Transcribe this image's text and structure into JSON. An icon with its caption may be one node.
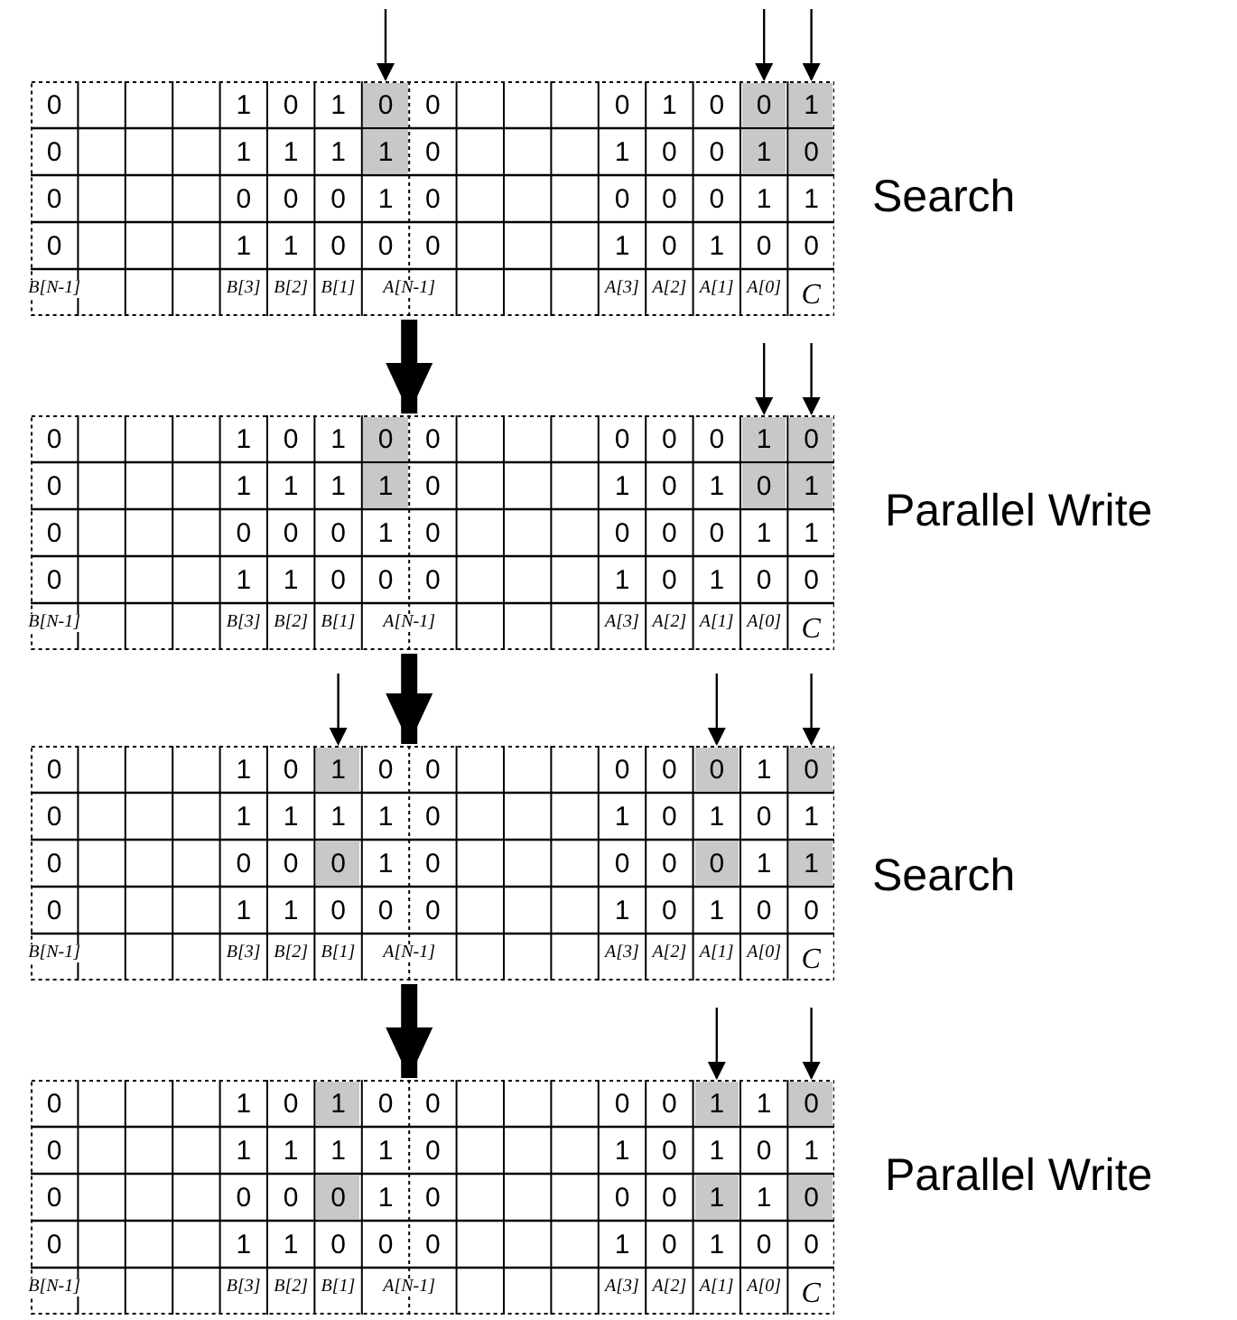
{
  "diagram": {
    "nodes": [
      {
        "text": [
          "0",
          "1",
          "0",
          "1",
          "0",
          "0",
          "0",
          "1",
          "0",
          "0",
          "1",
          "0",
          "1",
          "1",
          "1",
          "1",
          "0",
          "1",
          "0",
          "0",
          "1",
          "0",
          "0",
          "0",
          "0",
          "0",
          "1",
          "0",
          "0",
          "0",
          "0",
          "1",
          "1",
          "0",
          "1",
          "1",
          "0",
          "0",
          "0",
          "1",
          "0",
          "1",
          "0",
          "0",
          "B[N-1]",
          "B[3]",
          "B[2]",
          "B[1]",
          "A[N-1]",
          "A[3]",
          "A[2]",
          "A[1]",
          "A[0]",
          "C"
        ],
        "beside": [
          "Search"
        ]
      },
      {
        "text": [
          "0",
          "1",
          "0",
          "1",
          "0",
          "0",
          "0",
          "0",
          "0",
          "1",
          "0",
          "0",
          "1",
          "1",
          "1",
          "1",
          "0",
          "1",
          "0",
          "1",
          "0",
          "1",
          "0",
          "0",
          "0",
          "0",
          "1",
          "0",
          "0",
          "0",
          "0",
          "1",
          "1",
          "0",
          "1",
          "1",
          "0",
          "0",
          "0",
          "1",
          "0",
          "1",
          "0",
          "0",
          "B[N-1]",
          "B[3]",
          "B[2]",
          "B[1]",
          "A[N-1]",
          "A[3]",
          "A[2]",
          "A[1]",
          "A[0]",
          "C"
        ],
        "beside": [
          "Parallel Write"
        ]
      },
      {
        "text": [
          "0",
          "1",
          "0",
          "1",
          "0",
          "0",
          "0",
          "0",
          "0",
          "1",
          "0",
          "0",
          "1",
          "1",
          "1",
          "1",
          "0",
          "1",
          "0",
          "1",
          "0",
          "1",
          "0",
          "0",
          "0",
          "0",
          "1",
          "0",
          "0",
          "0",
          "0",
          "1",
          "1",
          "0",
          "1",
          "1",
          "0",
          "0",
          "0",
          "1",
          "0",
          "1",
          "0",
          "0",
          "B[N-1]",
          "B[3]",
          "B[2]",
          "B[1]",
          "A[N-1]",
          "A[3]",
          "A[2]",
          "A[1]",
          "A[0]",
          "C"
        ],
        "beside": [
          "Search"
        ]
      },
      {
        "text": [
          "0",
          "1",
          "0",
          "1",
          "0",
          "0",
          "0",
          "0",
          "1",
          "1",
          "0",
          "0",
          "1",
          "1",
          "1",
          "1",
          "0",
          "1",
          "0",
          "1",
          "0",
          "1",
          "0",
          "0",
          "0",
          "0",
          "1",
          "0",
          "0",
          "0",
          "1",
          "1",
          "0",
          "0",
          "1",
          "1",
          "0",
          "0",
          "0",
          "1",
          "0",
          "1",
          "0",
          "0",
          "B[N-1]",
          "B[3]",
          "B[2]",
          "B[1]",
          "A[N-1]",
          "A[3]",
          "A[2]",
          "A[1]",
          "A[0]",
          "C"
        ],
        "beside": [
          "Parallel Write"
        ]
      }
    ],
    "edges": [
      {
        "from": 0,
        "to": 1,
        "arrow": "to"
      },
      {
        "from": 1,
        "to": 2,
        "arrow": "to"
      },
      {
        "from": 2,
        "to": 3,
        "arrow": "to"
      }
    ]
  }
}
